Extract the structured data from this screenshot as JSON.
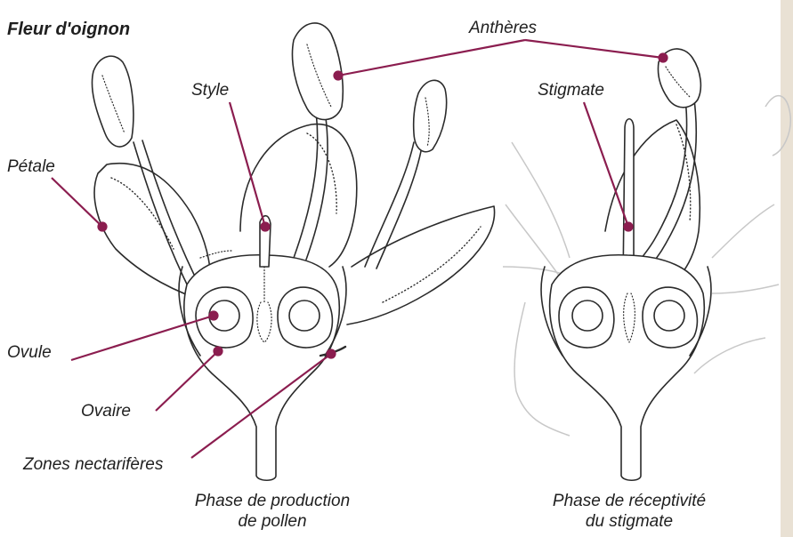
{
  "title": "Fleur d'oignon",
  "labels": {
    "anthers": "Anthères",
    "style": "Style",
    "stigma": "Stigmate",
    "petal": "Pétale",
    "ovule": "Ovule",
    "ovary": "Ovaire",
    "nectaries": "Zones nectarifères"
  },
  "captions": {
    "left_line1": "Phase de production",
    "left_line2": "de pollen",
    "right_line1": "Phase de réceptivité",
    "right_line2": "du stigmate"
  },
  "colors": {
    "leader": "#8b1d4f",
    "ink": "#2b2b2b",
    "faded": "#c8c8c8",
    "band": "#e9e1d4"
  }
}
